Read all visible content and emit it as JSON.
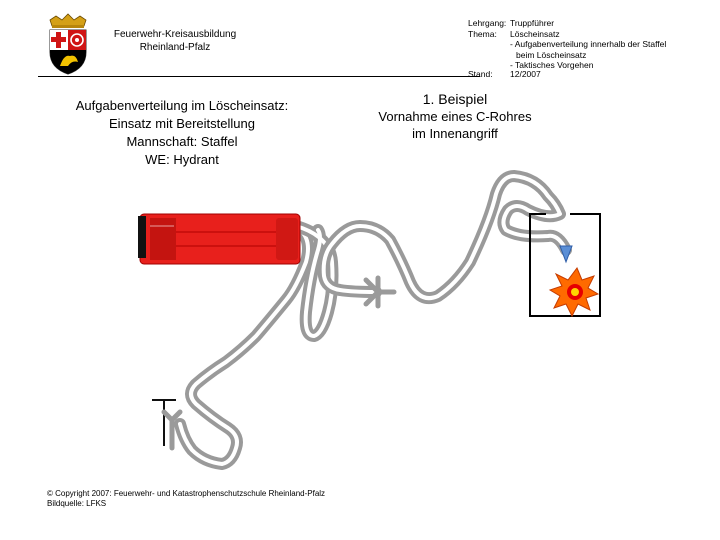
{
  "header": {
    "organization_line1": "Feuerwehr-Kreisausbildung",
    "organization_line2": "Rheinland-Pfalz",
    "course_label": "Lehrgang:",
    "course_value": "Truppführer",
    "topic_label": "Thema:",
    "topic_value": "Löscheinsatz",
    "topic_item1": "- Aufgabenverteilung innerhalb der Staffel",
    "topic_item1_cont": "beim Löscheinsatz",
    "topic_item2": "- Taktisches Vorgehen",
    "status_label": "Stand:",
    "status_value": "12/2007"
  },
  "title": {
    "line1": "Aufgabenverteilung im Löscheinsatz:",
    "line2": "Einsatz mit Bereitstellung",
    "line3": "Mannschaft: Staffel",
    "line4": "WE: Hydrant"
  },
  "example": {
    "heading": "1. Beispiel",
    "line1": "Vornahme eines C-Rohres",
    "line2": "im Innenangriff"
  },
  "footer": {
    "copyright": "© Copyright 2007: Feuerwehr- und Katastrophenschutzschule Rheinland-Pfalz",
    "source": "Bildquelle: LFKS"
  },
  "colors": {
    "truck_red": "#e8201c",
    "hose_grey": "#a6a6a6",
    "fire_orange": "#ff6a00",
    "fire_yellow": "#ffd400",
    "nozzle_blue": "#5b8fd6"
  },
  "icons": {
    "crest": "rhineland-palatinate-coat-of-arms-icon",
    "truck": "fire-truck-icon",
    "hydrant": "hydrant-icon",
    "distributor": "hose-distributor-icon",
    "fire": "fire-icon",
    "nozzle": "nozzle-icon"
  }
}
